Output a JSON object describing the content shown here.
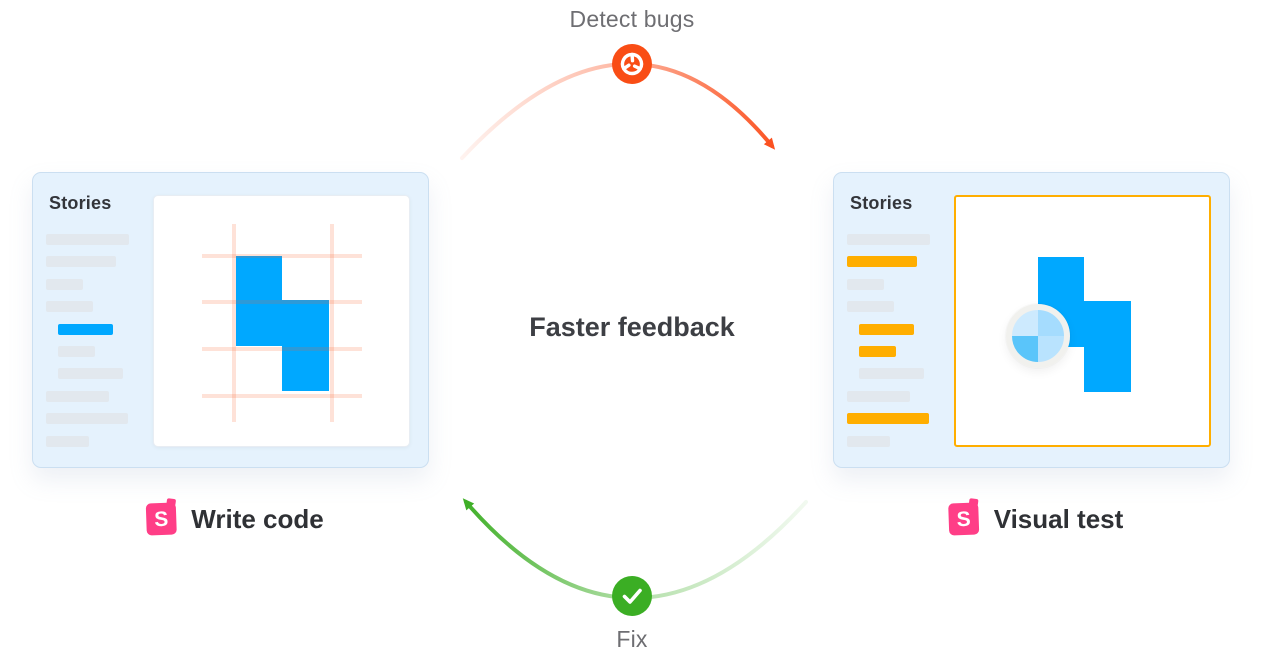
{
  "diagram": {
    "top_label": "Detect bugs",
    "center_label": "Faster feedback",
    "bottom_label": "Fix"
  },
  "left_panel": {
    "title": "Stories",
    "caption": "Write code",
    "bars": [
      {
        "width": 83,
        "indent": 0,
        "color": "gray"
      },
      {
        "width": 70,
        "indent": 0,
        "color": "gray"
      },
      {
        "width": 37,
        "indent": 0,
        "color": "gray"
      },
      {
        "width": 47,
        "indent": 0,
        "color": "gray"
      },
      {
        "width": 55,
        "indent": 12,
        "color": "blue"
      },
      {
        "width": 37,
        "indent": 12,
        "color": "gray"
      },
      {
        "width": 65,
        "indent": 12,
        "color": "gray"
      },
      {
        "width": 63,
        "indent": 0,
        "color": "gray"
      },
      {
        "width": 82,
        "indent": 0,
        "color": "gray"
      },
      {
        "width": 43,
        "indent": 0,
        "color": "gray"
      }
    ]
  },
  "right_panel": {
    "title": "Stories",
    "caption": "Visual test",
    "bars": [
      {
        "width": 83,
        "indent": 0,
        "color": "gray"
      },
      {
        "width": 70,
        "indent": 0,
        "color": "orange"
      },
      {
        "width": 37,
        "indent": 0,
        "color": "gray"
      },
      {
        "width": 47,
        "indent": 0,
        "color": "gray"
      },
      {
        "width": 55,
        "indent": 12,
        "color": "orange"
      },
      {
        "width": 37,
        "indent": 12,
        "color": "orange"
      },
      {
        "width": 65,
        "indent": 12,
        "color": "gray"
      },
      {
        "width": 63,
        "indent": 0,
        "color": "gray"
      },
      {
        "width": 82,
        "indent": 0,
        "color": "orange"
      },
      {
        "width": 43,
        "indent": 0,
        "color": "gray"
      }
    ]
  },
  "logo_letter": "S",
  "colors": {
    "blue": "#00A8FF",
    "orange": "#FFAE00",
    "gray_bar": "#E2E8EE",
    "card_bg": "#E5F2FD",
    "card_border": "#CBDFF1",
    "grid_line": "rgba(250,93,41,0.18)",
    "arc_orange": "#FB5120",
    "arc_green": "#3FAF27",
    "icon_orange": "#F94D15",
    "icon_green": "#3BAE24",
    "storybook_pink": "#FF3E87",
    "label_gray": "#6E6E72",
    "heading": "#33353A",
    "pie_tl": "#CDEAFE",
    "pie_tr": "#A5DCFE",
    "pie_bl": "#5AC5FA",
    "pie_br": "#B9E3FE",
    "pie_ring": "#F1F1EE"
  }
}
